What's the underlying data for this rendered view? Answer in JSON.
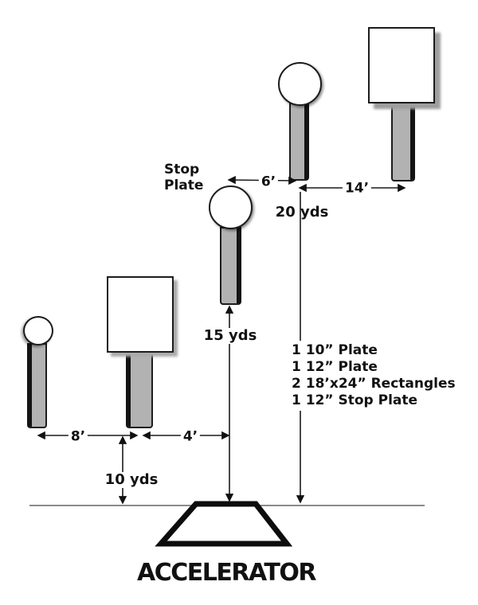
{
  "stage": {
    "name": "ACCELERATOR",
    "stop_plate_label": "Stop\nPlate"
  },
  "dimensions": {
    "stop_to_20yd_plate": "6’",
    "plate_to_rectangle": "14’",
    "left_plate_to_rectangle": "8’",
    "rectangle_to_centerline": "4’",
    "depth_20": "20 yds",
    "depth_15": "15 yds",
    "depth_10": "10 yds"
  },
  "equipment_list": [
    "1 10” Plate",
    "1 12” Plate",
    "2 18’x24” Rectangles",
    "1 12” Stop Plate"
  ],
  "targets": [
    {
      "id": "left-round-plate",
      "shape": "circle"
    },
    {
      "id": "left-rectangle",
      "shape": "rectangle"
    },
    {
      "id": "stop-plate",
      "shape": "circle"
    },
    {
      "id": "center-round-plate",
      "shape": "circle"
    },
    {
      "id": "right-rectangle",
      "shape": "rectangle"
    }
  ],
  "colors": {
    "background": "#ffffff",
    "outline": "#1c1c1c",
    "post_fill": "#b2b2b2",
    "shadow": "#9e9e9e",
    "firing_line": "#8a8a8a"
  }
}
